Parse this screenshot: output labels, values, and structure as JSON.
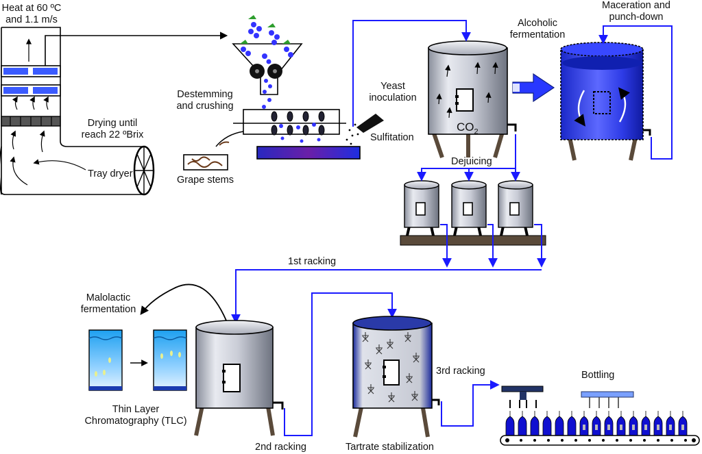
{
  "labels": {
    "heat": "Heat at 60 ºC\nand 1.1 m/s",
    "drying": "Drying until\nreach 22 ºBrix",
    "tray_dryer": "Tray dryer",
    "destemming": "Destemming\nand crushing",
    "grape_stems": "Grape stems",
    "yeast": "Yeast\ninoculation",
    "sulfitation": "Sulfitation",
    "alcoholic": "Alcoholic\nfermentation",
    "maceration": "Maceration and\npunch-down",
    "dejuicing": "Dejuicing",
    "racking1": "1st racking",
    "malolactic": "Malolactic\nfermentation",
    "tlc": "Thin Layer\nChromatography (TLC)",
    "racking2": "2nd racking",
    "tartrate": "Tartrate stabilization",
    "racking3": "3rd racking",
    "bottling": "Bottling",
    "co2": "CO",
    "co2_sub": "2"
  },
  "colors": {
    "flow_line": "#1a1aff",
    "black_arrow": "#000000",
    "tank_steel": "#b8bcc8",
    "wine_blue": "#1f2fd8",
    "bottle_blue": "#1010d0",
    "grape_blue": "#3333ff",
    "leaf_green": "#2e9e2e"
  }
}
